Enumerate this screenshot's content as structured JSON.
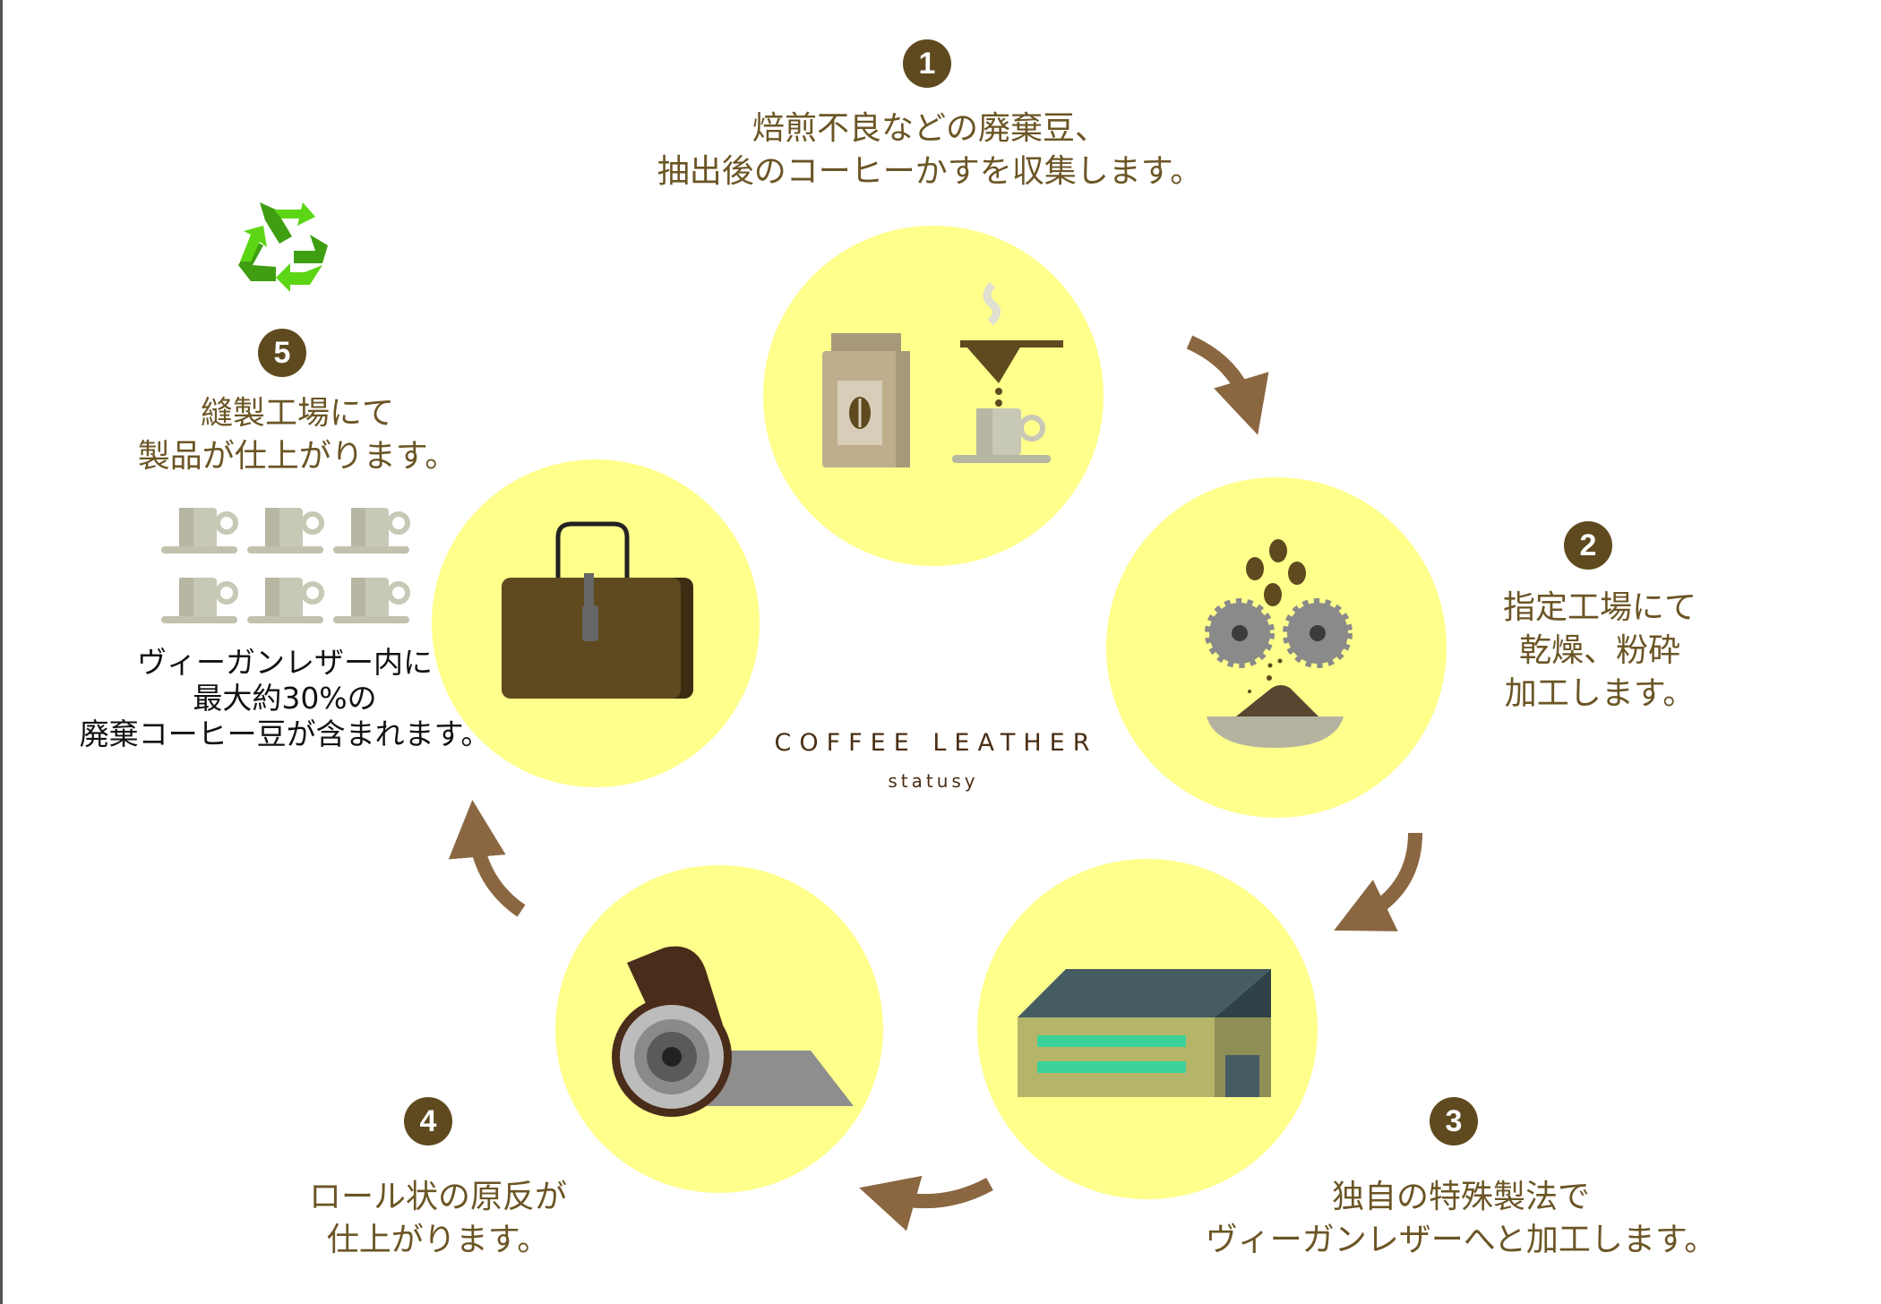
{
  "title": {
    "brand": "COFFEE LEATHER",
    "sub": "statusy"
  },
  "steps": [
    {
      "number": "1",
      "lines": [
        "焙煎不良などの廃棄豆、",
        "抽出後のコーヒーかすを収集します。"
      ]
    },
    {
      "number": "2",
      "lines": [
        "指定工場にて",
        "乾燥、粉砕",
        "加工します。"
      ]
    },
    {
      "number": "3",
      "lines": [
        "独自の特殊製法で",
        "ヴィーガンレザーへと加工します。"
      ]
    },
    {
      "number": "4",
      "lines": [
        "ロール状の原反が",
        "仕上がります。"
      ]
    },
    {
      "number": "5",
      "lines": [
        "縫製工場にて",
        "製品が仕上がります。"
      ]
    }
  ],
  "note": {
    "lines": [
      "ヴィーガンレザー内に",
      "最大約30%の",
      "廃棄コーヒー豆が含まれます。"
    ]
  },
  "colors": {
    "circle": "#ffff8c",
    "badge": "#5e4a1e",
    "text": "#6b5525",
    "arrow": "#8b6741",
    "recycle_light": "#5cd514",
    "recycle_dark": "#3f9e12"
  }
}
